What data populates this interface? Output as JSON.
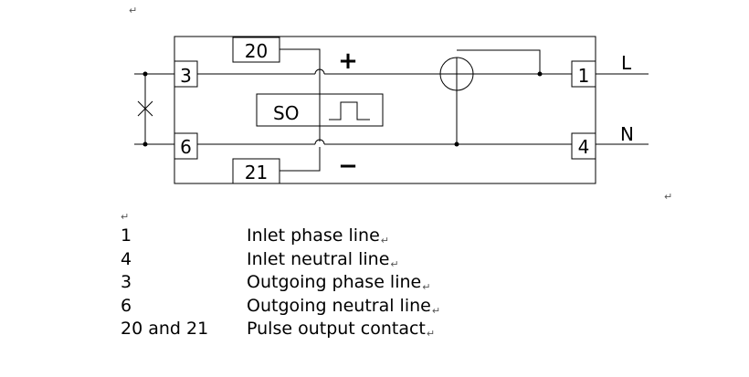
{
  "diagram": {
    "terminals": [
      {
        "label": "3"
      },
      {
        "label": "6"
      },
      {
        "label": "1"
      },
      {
        "label": "4"
      },
      {
        "label": "20"
      },
      {
        "label": "21"
      }
    ],
    "so_label": "SO",
    "plus": "+",
    "minus": "−",
    "line_L": "L",
    "line_N": "N"
  },
  "legend": [
    {
      "term": "1",
      "desc": "Inlet phase line"
    },
    {
      "term": "4",
      "desc": "Inlet neutral line"
    },
    {
      "term": "3",
      "desc": "Outgoing phase line"
    },
    {
      "term": "6",
      "desc": "Outgoing neutral line"
    },
    {
      "term": "20 and 21",
      "desc": "Pulse output contact"
    }
  ],
  "paragraph_mark": "↵"
}
